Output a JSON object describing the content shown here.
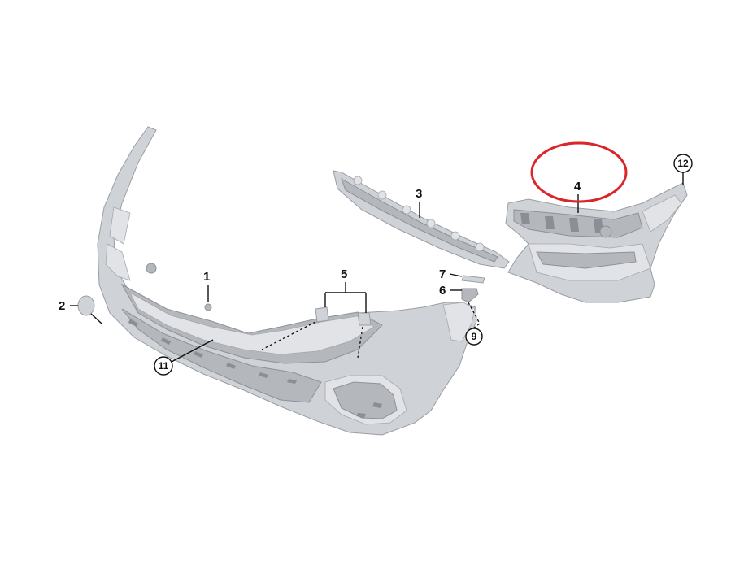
{
  "diagram": {
    "callouts": [
      {
        "id": "1",
        "label": "1",
        "circled": false
      },
      {
        "id": "2",
        "label": "2",
        "circled": false
      },
      {
        "id": "3",
        "label": "3",
        "circled": false
      },
      {
        "id": "4",
        "label": "4",
        "circled": false
      },
      {
        "id": "5",
        "label": "5",
        "circled": false
      },
      {
        "id": "6",
        "label": "6",
        "circled": false
      },
      {
        "id": "7",
        "label": "7",
        "circled": false
      },
      {
        "id": "9",
        "label": "9",
        "circled": true
      },
      {
        "id": "11",
        "label": "11",
        "circled": true
      },
      {
        "id": "12",
        "label": "12",
        "circled": true
      }
    ],
    "highlight": {
      "shape": "ellipse",
      "color": "#d9262b",
      "target": "4"
    },
    "colors": {
      "part_fill": "#cfd2d6",
      "part_shade": "#b4b8bd",
      "part_edge": "#9a9ea4",
      "line": "#111111"
    }
  }
}
